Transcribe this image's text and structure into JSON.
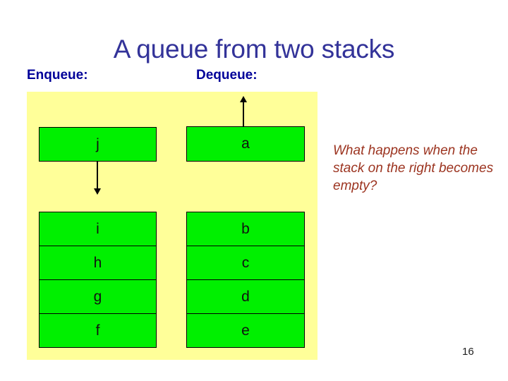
{
  "slide": {
    "title": "A queue from two stacks",
    "page_number": "16",
    "colors": {
      "title": "#333399",
      "heading": "#000099",
      "panel": "#ffff99",
      "cell": "#00f000",
      "cell_border": "#000000",
      "note": "#9c3420"
    }
  },
  "headings": {
    "enqueue": "Enqueue:",
    "dequeue": "Dequeue:"
  },
  "stacks": {
    "left": {
      "detached_top": "j",
      "cells": [
        "i",
        "h",
        "g",
        "f"
      ]
    },
    "right": {
      "detached_top": "a",
      "cells": [
        "b",
        "c",
        "d",
        "e"
      ]
    }
  },
  "arrows": {
    "enqueue_direction": "down-arrow",
    "dequeue_direction": "up-arrow"
  },
  "note": {
    "text": "What happens when the stack on the right becomes empty?"
  }
}
